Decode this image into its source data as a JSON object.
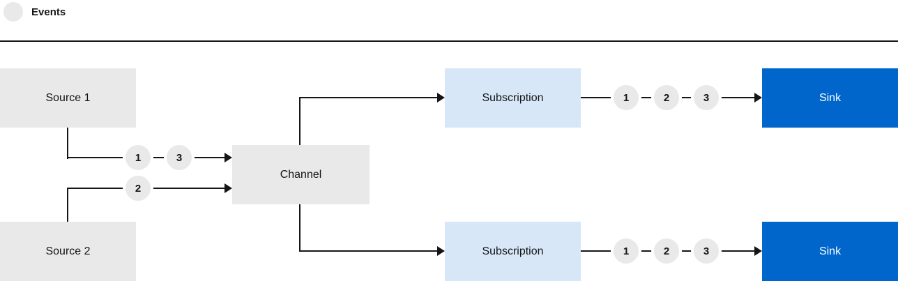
{
  "legend": {
    "label": "Events"
  },
  "nodes": {
    "source1": "Source 1",
    "source2": "Source 2",
    "channel": "Channel",
    "subscription_top": "Subscription",
    "subscription_bottom": "Subscription",
    "sink_top": "Sink",
    "sink_bottom": "Sink"
  },
  "markers": {
    "source1_to_channel": [
      "1",
      "3"
    ],
    "source2_to_channel": [
      "2"
    ],
    "subscription_top_to_sink": [
      "1",
      "2",
      "3"
    ],
    "subscription_bottom_to_sink": [
      "1",
      "2",
      "3"
    ]
  },
  "colors": {
    "node_gray": "#e9e9e9",
    "node_light_blue": "#d7e7f8",
    "node_blue": "#0066cc",
    "line": "#151515",
    "text_dark": "#151515",
    "text_light": "#ffffff"
  }
}
